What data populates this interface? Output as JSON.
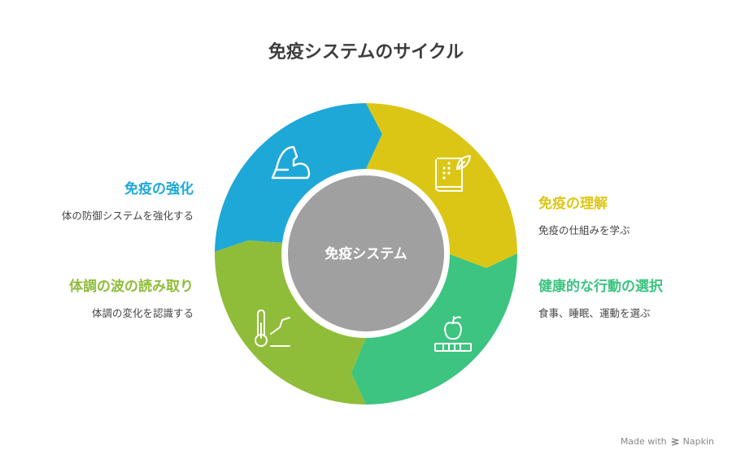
{
  "title": "免疫システムのサイクル",
  "center_label": "免疫システム",
  "colors": {
    "blue": "#1ea8d8",
    "yellow": "#dcc615",
    "green": "#3cc480",
    "lime": "#8fbd3a",
    "center": "#a0a0a0",
    "title": "#3d3d3d"
  },
  "segments": [
    {
      "key": "strengthen",
      "color": "#1ea8d8",
      "icon": "flexed-arm-icon",
      "heading": "免疫の強化",
      "description": "体の防御システムを強化する"
    },
    {
      "key": "understand",
      "color": "#dcc615",
      "icon": "book-leaf-icon",
      "heading": "免疫の理解",
      "description": "免疫の仕組みを学ぶ"
    },
    {
      "key": "healthy-choices",
      "color": "#3cc480",
      "icon": "apple-books-icon",
      "heading": "健康的な行動の選択",
      "description": "食事、睡眠、運動を選ぶ"
    },
    {
      "key": "read-waves",
      "color": "#8fbd3a",
      "icon": "thermometer-icon",
      "heading": "体調の波の読み取り",
      "description": "体調の変化を認識する"
    }
  ],
  "footer": {
    "made_with": "Made with",
    "brand": "Napkin"
  }
}
